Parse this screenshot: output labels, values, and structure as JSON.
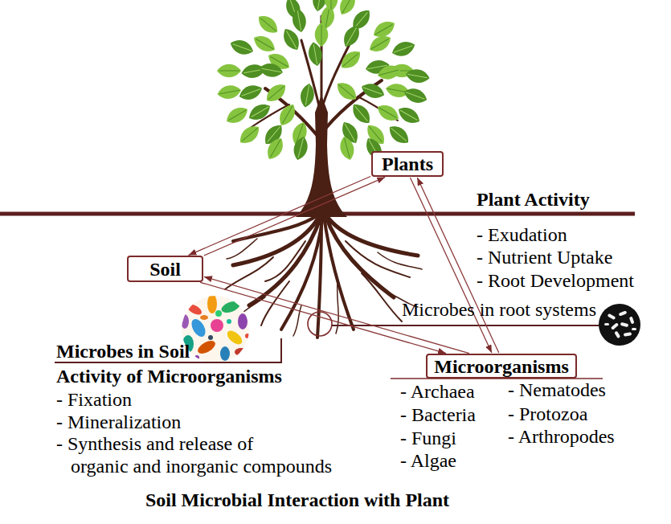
{
  "diagram": {
    "caption": "Soil Microbial Interaction with Plant",
    "nodes": [
      {
        "text": [
          "Plants"
        ]
      },
      {
        "text": [
          "Soil"
        ]
      },
      {
        "text": [
          "Microorganisms"
        ]
      }
    ],
    "edges": [
      {
        "from": 1,
        "to": 0,
        "arrow": "to"
      },
      {
        "from": 0,
        "to": 1,
        "arrow": "to"
      },
      {
        "from": 1,
        "to": 2,
        "arrow": "to"
      },
      {
        "from": 2,
        "to": 1,
        "arrow": "to"
      },
      {
        "from": 0,
        "to": 2,
        "arrow": "to"
      },
      {
        "from": 2,
        "to": 0,
        "arrow": "to"
      }
    ],
    "labels": [
      "Plant Activity",
      "- Exudation",
      "- Nutrient Uptake",
      "- Root Development",
      "Microbes in root systems",
      "Microbes in Soil",
      "Activity of Microorganisms",
      "- Fixation",
      "- Mineralization",
      "- Synthesis and release of organic and inorganic compounds",
      "- Archaea",
      "- Bacteria",
      "- Fungi",
      "- Algae",
      "- Nematodes",
      "- Protozoa",
      "- Arthropodes"
    ]
  }
}
